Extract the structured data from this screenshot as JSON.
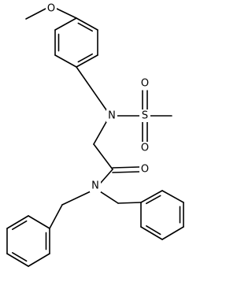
{
  "figure": {
    "type": "chemical-structure",
    "atom_labels": {
      "methoxy_oxygen": "O",
      "sulfonamide_nitrogen": "N",
      "sulfur": "S",
      "sulfonyl_oxygen_top": "O",
      "sulfonyl_oxygen_bottom": "O",
      "carbonyl_oxygen": "O",
      "amide_nitrogen": "N"
    },
    "colors": {
      "ink": "#000000",
      "background": "#ffffff"
    }
  }
}
